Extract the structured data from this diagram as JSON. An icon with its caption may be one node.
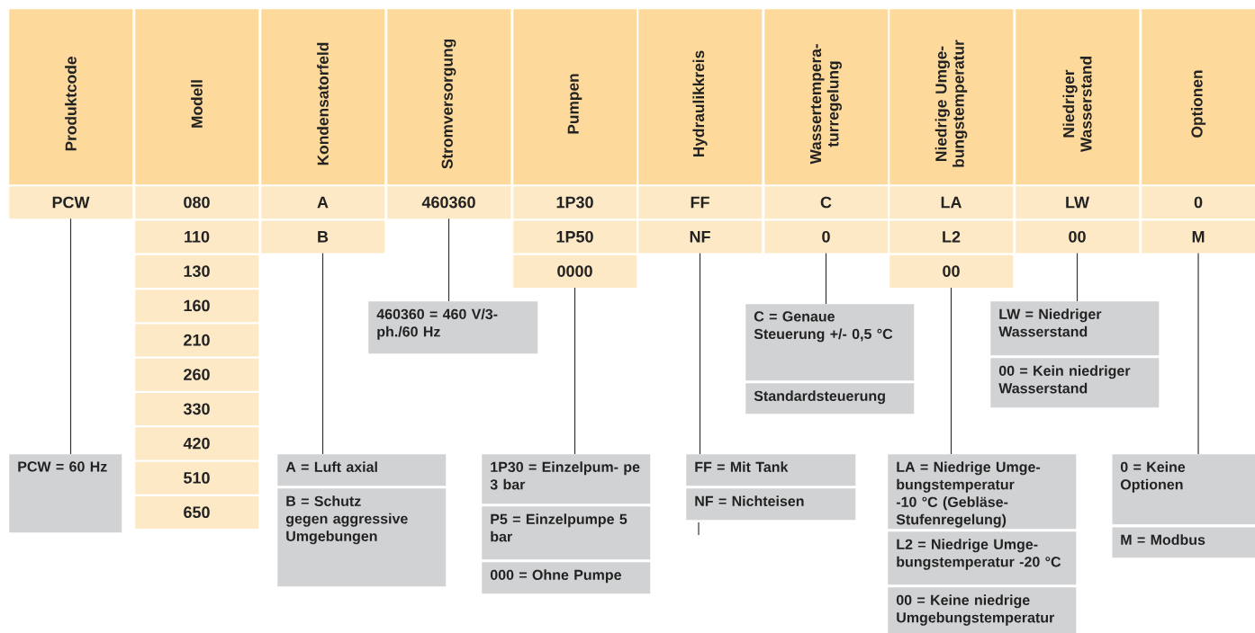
{
  "diagram": {
    "nodes": [
      {
        "text": [
          "Produktcode"
        ]
      },
      {
        "text": [
          "Modell"
        ]
      },
      {
        "text": [
          "Kondensatorfeld"
        ]
      },
      {
        "text": [
          "Stromversorgung"
        ]
      },
      {
        "text": [
          "Pumpen"
        ]
      },
      {
        "text": [
          "Hydraulikkreis"
        ]
      },
      {
        "text": [
          "Wassertempera- turregelung"
        ]
      },
      {
        "text": [
          "Niedrige Umge- bungstemperatur"
        ]
      },
      {
        "text": [
          "Niedriger Wasserstand"
        ]
      },
      {
        "text": [
          "Optionen"
        ]
      },
      {
        "text": [
          "PCW"
        ]
      },
      {
        "text": [
          "080"
        ]
      },
      {
        "text": [
          "110"
        ]
      },
      {
        "text": [
          "130"
        ]
      },
      {
        "text": [
          "160"
        ]
      },
      {
        "text": [
          "210"
        ]
      },
      {
        "text": [
          "260"
        ]
      },
      {
        "text": [
          "330"
        ]
      },
      {
        "text": [
          "420"
        ]
      },
      {
        "text": [
          "510"
        ]
      },
      {
        "text": [
          "650"
        ]
      },
      {
        "text": [
          "A"
        ]
      },
      {
        "text": [
          "B"
        ]
      },
      {
        "text": [
          "460360"
        ]
      },
      {
        "text": [
          "1P30"
        ]
      },
      {
        "text": [
          "1P50"
        ]
      },
      {
        "text": [
          "0000"
        ]
      },
      {
        "text": [
          "FF"
        ]
      },
      {
        "text": [
          "NF"
        ]
      },
      {
        "text": [
          "C"
        ]
      },
      {
        "text": [
          "0"
        ]
      },
      {
        "text": [
          "LA"
        ]
      },
      {
        "text": [
          "L2"
        ]
      },
      {
        "text": [
          "00"
        ]
      },
      {
        "text": [
          "LW"
        ]
      },
      {
        "text": [
          "00"
        ]
      },
      {
        "text": [
          "0"
        ]
      },
      {
        "text": [
          "M"
        ]
      },
      {
        "text": [
          "PCW = 60 Hz"
        ]
      },
      {
        "text": [
          "A = Luft axial"
        ]
      },
      {
        "text": [
          "B = Schutz gegen aggressive Umgebungen"
        ]
      },
      {
        "text": [
          "460360 = 460 V/3-ph./60 Hz"
        ]
      },
      {
        "text": [
          "1P30 = Einzelpum- pe 3 bar"
        ]
      },
      {
        "text": [
          "P5 = Einzelpumpe 5 bar"
        ]
      },
      {
        "text": [
          "000 = Ohne Pumpe"
        ]
      },
      {
        "text": [
          "FF = Mit Tank"
        ]
      },
      {
        "text": [
          "NF = Nichteisen"
        ]
      },
      {
        "text": [
          "C = Genaue Steuerung +/- 0,5 °C"
        ]
      },
      {
        "text": [
          "Standardsteuerung"
        ]
      },
      {
        "text": [
          "LA = Niedrige Umge- bungstemperatur -10 °C (Gebläse-Stufenregelung)"
        ]
      },
      {
        "text": [
          "L2 = Niedrige Umge- bungstemperatur -20 °C"
        ]
      },
      {
        "text": [
          "00 = Keine niedrige Umgebungstemperatur"
        ]
      },
      {
        "text": [
          "LW = Niedriger Wasserstand"
        ]
      },
      {
        "text": [
          "00 = Kein niedriger Wasserstand"
        ]
      },
      {
        "text": [
          "0 = Keine Optionen"
        ]
      },
      {
        "text": [
          "M = Modbus"
        ]
      }
    ],
    "edges": [
      {
        "from": 10,
        "to": 38,
        "arrow": "none"
      },
      {
        "from": 22,
        "to": 39,
        "arrow": "none"
      },
      {
        "from": 23,
        "to": 41,
        "arrow": "none"
      },
      {
        "from": 26,
        "to": 42,
        "arrow": "none"
      },
      {
        "from": 28,
        "to": 45,
        "arrow": "none"
      },
      {
        "from": 30,
        "to": 47,
        "arrow": "none"
      },
      {
        "from": 33,
        "to": 49,
        "arrow": "none"
      },
      {
        "from": 35,
        "to": 52,
        "arrow": "none"
      },
      {
        "from": 37,
        "to": 54,
        "arrow": "none"
      }
    ]
  }
}
